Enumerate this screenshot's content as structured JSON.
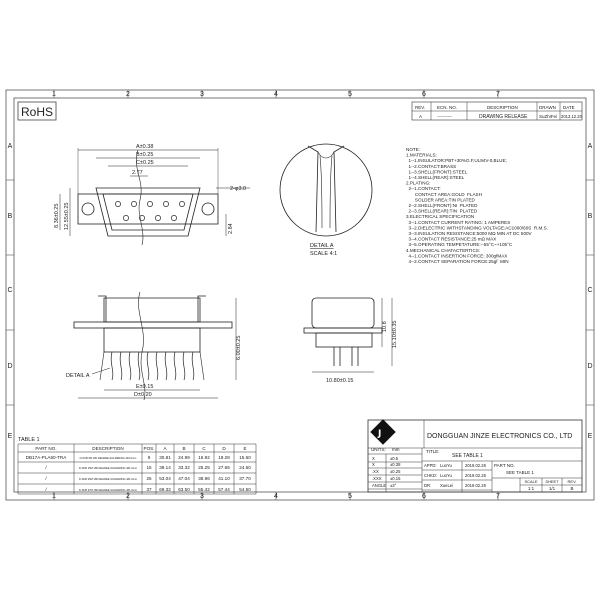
{
  "frame": {
    "cols_top": [
      "1",
      "2",
      "3",
      "4",
      "5",
      "6",
      "7"
    ],
    "cols_bottom": [
      "1",
      "2",
      "3",
      "4",
      "5",
      "6",
      "7"
    ],
    "rows_left": [
      "A",
      "B",
      "C",
      "D",
      "E"
    ],
    "rows_right": [
      "A",
      "B",
      "C",
      "D",
      "E"
    ]
  },
  "rohs": "RoHS",
  "revision": {
    "headers": [
      "REV.",
      "ECN. NO.",
      "DESCRIPTION",
      "DRAWN",
      "DATE"
    ],
    "row": [
      "A",
      "----------",
      "DRAWING RELEASE",
      "SuZhiFei",
      "2013.12.20"
    ]
  },
  "front_view": {
    "dim_a": "A±0.38",
    "dim_b": "B±0.25",
    "dim_c": "C±0.25",
    "dim_277": "2.77",
    "dim_hole": "2-φ3.0",
    "dim_1255": "12.55±0.25",
    "dim_836": "8.36±0.25",
    "dim_284": "2.84"
  },
  "detail": {
    "title": "DETAIL  A",
    "scale": "SCALE  4:1"
  },
  "notes": [
    "NOTE:",
    "1.MATERIALS:",
    "  1--1.INSULATOR:PBT+30%G.F,UL94V-0,BLUE;",
    "  1--2.CONTACT:BRASS",
    "  1--3.SHELL(FRONT):STEEL",
    "  1--4.SHELL(REAR):STEEL",
    "2.PLATING:",
    "  2--1.CONTACT:",
    "       CONTACT AREA:GOLD  FLASH",
    "       SOLDER AREA:TIN PLATED",
    "  2--2.SHELL(FRONT):NI  PLATED",
    "  2--3.SHELL(REAR):TIN  PLATED",
    "3.ELECTRICAL SPECIFICATION",
    "  3--1.CONTACT CURRENT RATING: 1 AMPERES",
    "  3--2.DIELECTRIC WITHSTANDING VOLTAGE:AC1000/60S  R.M.S.",
    "  3--3.INSULATION RESISTANCE:5000 MΩ MIN AT DC 500V",
    "  3--4.CONTACT RESISTANCE:25 mΩ MAX",
    "  3--5.OPERATING TEMPETATURE:--55°C~+105°C",
    "4.MECHANICAL CHATACTERTICS:",
    "  4--1.CONTACT INSERTION FORCE: 300gfMAX",
    "  4--2.CONTACT SEPARATION FORCE:25gf  MIN"
  ],
  "side_view": {
    "dim_600": "6.00±0.25",
    "detail_label": "DETAIL  A",
    "dim_e": "E±0.15",
    "dim_d": "D±0.20"
  },
  "right_view": {
    "dim_108": "10.8",
    "dim_1510": "15.10±0.35",
    "dim_1080": "10.80±0.15"
  },
  "table1": {
    "caption": "TABLE  1",
    "headers": [
      "PART NO.",
      "DESCRIPTION",
      "POS.",
      "A",
      "B",
      "C",
      "D",
      "E"
    ],
    "rows": [
      [
        "DB17A-PLA60-TRA",
        "D-SUB  9M  180  DEGREE,SOLDERING  4#1.0mm",
        "9",
        "30.81",
        "24.99",
        "16.92",
        "19.28",
        "15.60"
      ],
      [
        "/",
        "D-SUB  15M  180  DEGREE,SOLDERING  4#1.0mm",
        "15",
        "39.14",
        "33.32",
        "25.25",
        "27.65",
        "24.60"
      ],
      [
        "/",
        "D-SUB  25M  180  DEGREE,SOLDERING  4#1.0mm",
        "25",
        "53.04",
        "47.04",
        "38.96",
        "41.10",
        "37.70"
      ],
      [
        "/",
        "D-SUB  37M  180  DEGREE,SOLDERING  4#1.0mm",
        "37",
        "69.32",
        "63.50",
        "55.42",
        "57.44",
        "54.50"
      ]
    ]
  },
  "title_block": {
    "company": "DONGGUAN JINZE ELECTRONICS CO., LTD",
    "title_label": "TITLE:",
    "units_label": "UNITS:",
    "units": "mm",
    "title_value": "SEE  TABLE  1",
    "tol": [
      [
        "X",
        "±0.5"
      ],
      [
        "X",
        "±0.38"
      ],
      [
        ".XX",
        "±0.25"
      ],
      [
        ".XXX",
        "±0.15"
      ],
      [
        "ANGLE",
        "±3°"
      ]
    ],
    "sign": [
      [
        "APPD:",
        "LuoYu",
        "2019.02.26"
      ],
      [
        "CHKD:",
        "LuoYu",
        "2019.02.26"
      ],
      [
        "DR:",
        "XueLei",
        "2019.02.26"
      ]
    ],
    "part_no_label": "PART NO.",
    "part_no_value": "SEE TABLE 1",
    "scale_hdr": [
      "SCALE",
      "SHEET",
      "REV."
    ],
    "scale_val": [
      "1:1",
      "1/1",
      "B"
    ]
  }
}
